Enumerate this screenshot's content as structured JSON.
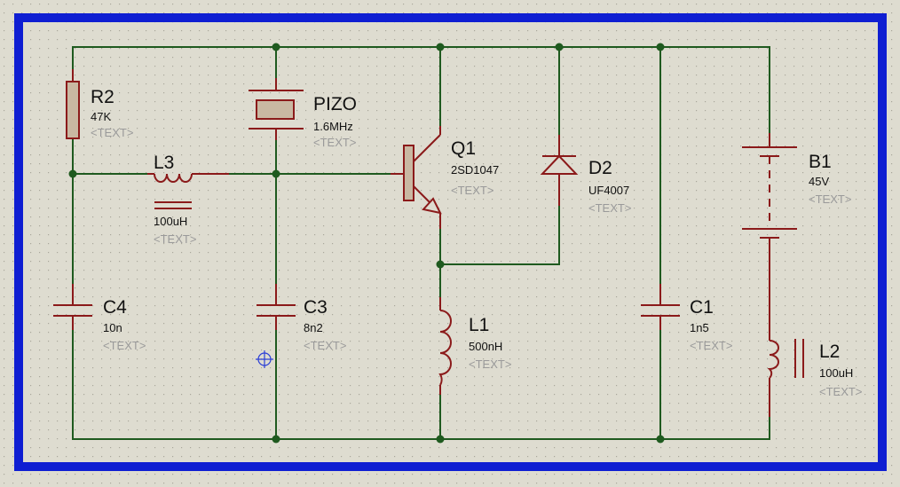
{
  "colors": {
    "background": "#dedcd0",
    "frame": "#0f1ed2",
    "wire": "#1f5a1f",
    "component": "#8b1a1a",
    "grid_dot": "#a9a79b",
    "marker": "#2b3fd6"
  },
  "components": {
    "r2": {
      "ref": "R2",
      "value": "47K",
      "placeholder": "<TEXT>"
    },
    "pizo": {
      "ref": "PIZO",
      "value": "1.6MHz",
      "placeholder": "<TEXT>"
    },
    "q1": {
      "ref": "Q1",
      "value": "2SD1047",
      "placeholder": "<TEXT>"
    },
    "d2": {
      "ref": "D2",
      "value": "UF4007",
      "placeholder": "<TEXT>"
    },
    "b1": {
      "ref": "B1",
      "value": "45V",
      "placeholder": "<TEXT>"
    },
    "l3": {
      "ref": "L3",
      "value": "100uH",
      "placeholder": "<TEXT>"
    },
    "c4": {
      "ref": "C4",
      "value": "10n",
      "placeholder": "<TEXT>"
    },
    "c3": {
      "ref": "C3",
      "value": "8n2",
      "placeholder": "<TEXT>"
    },
    "l1": {
      "ref": "L1",
      "value": "500nH",
      "placeholder": "<TEXT>"
    },
    "c1": {
      "ref": "C1",
      "value": "1n5",
      "placeholder": "<TEXT>"
    },
    "l2": {
      "ref": "L2",
      "value": "100uH",
      "placeholder": "<TEXT>"
    }
  }
}
